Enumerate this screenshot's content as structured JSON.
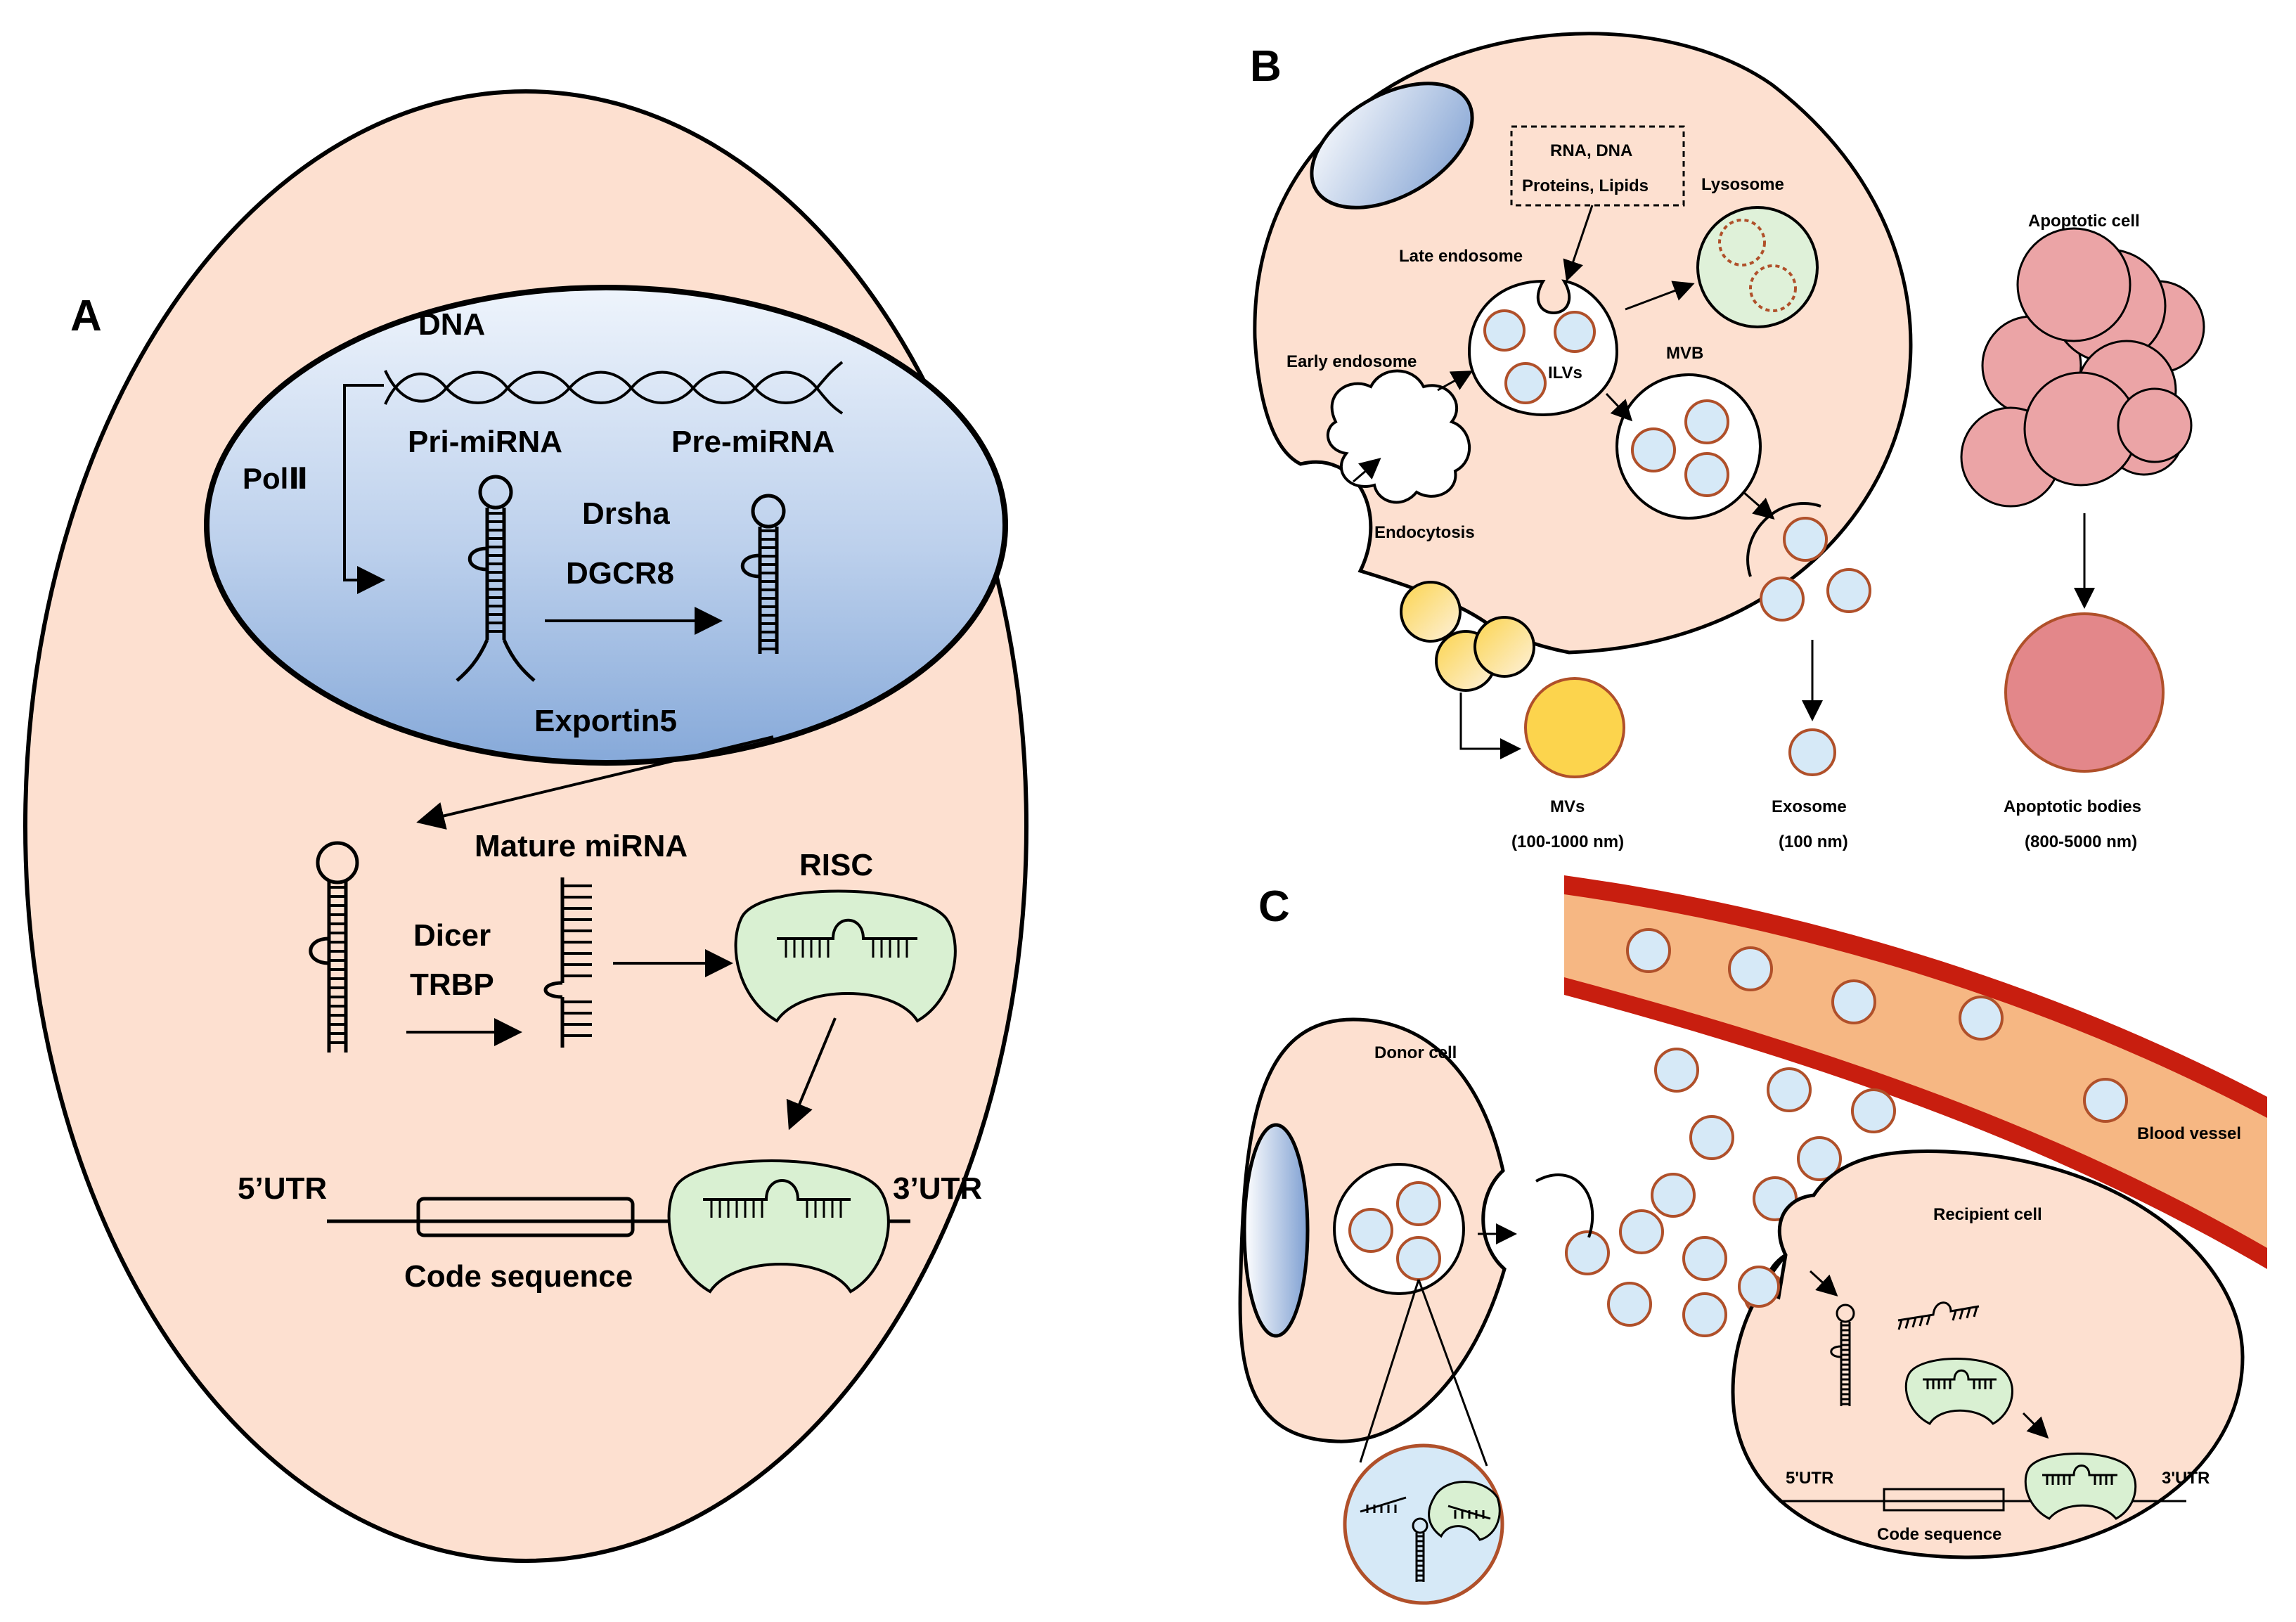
{
  "colors": {
    "cytoplasm": "#fde0d0",
    "nucleus_top": "#eef4fc",
    "nucleus_bottom": "#86a9d9",
    "vesicle_fill": "#d6e9f7",
    "vesicle_stroke": "#b0502a",
    "risc": "#d9f0d2",
    "lysosome": "#dff1d9",
    "mv_yellow": "#fcd44d",
    "apoptotic_pink": "#e3878a",
    "vessel_red": "#c81e0f",
    "vessel_inner": "#f6b783"
  },
  "panel_a": {
    "letter": "A",
    "dna": "DNA",
    "pol": "PolⅡ",
    "pri_mirna": "Pri-miRNA",
    "pre_mirna": "Pre-miRNA",
    "drsha": "Drsha",
    "dgcr8": "DGCR8",
    "exportin": "Exportin5",
    "mature_mirna": "Mature miRNA",
    "risc": "RISC",
    "dicer": "Dicer",
    "trbp": "TRBP",
    "utr5": "5’UTR",
    "utr3": "3’UTR",
    "code_sequence": "Code sequence"
  },
  "panel_b": {
    "letter": "B",
    "cargo_line1": "RNA, DNA",
    "cargo_line2": "Proteins, Lipids",
    "lysosome": "Lysosome",
    "late_endosome": "Late endosome",
    "early_endosome": "Early endosome",
    "ilvs": "ILVs",
    "mvb": "MVB",
    "endocytosis": "Endocytosis",
    "apoptotic_cell": "Apoptotic cell",
    "mvs": "MVs",
    "mvs_size": "(100-1000 nm)",
    "exosome": "Exosome",
    "exosome_size": "(100 nm)",
    "apoptotic_bodies": "Apoptotic bodies",
    "apoptotic_size": "(800-5000 nm)"
  },
  "panel_c": {
    "letter": "C",
    "donor_cell": "Donor cell",
    "blood_vessel": "Blood vessel",
    "recipient_cell": "Recipient cell",
    "utr5": "5'UTR",
    "utr3": "3'UTR",
    "code_sequence": "Code sequence"
  }
}
